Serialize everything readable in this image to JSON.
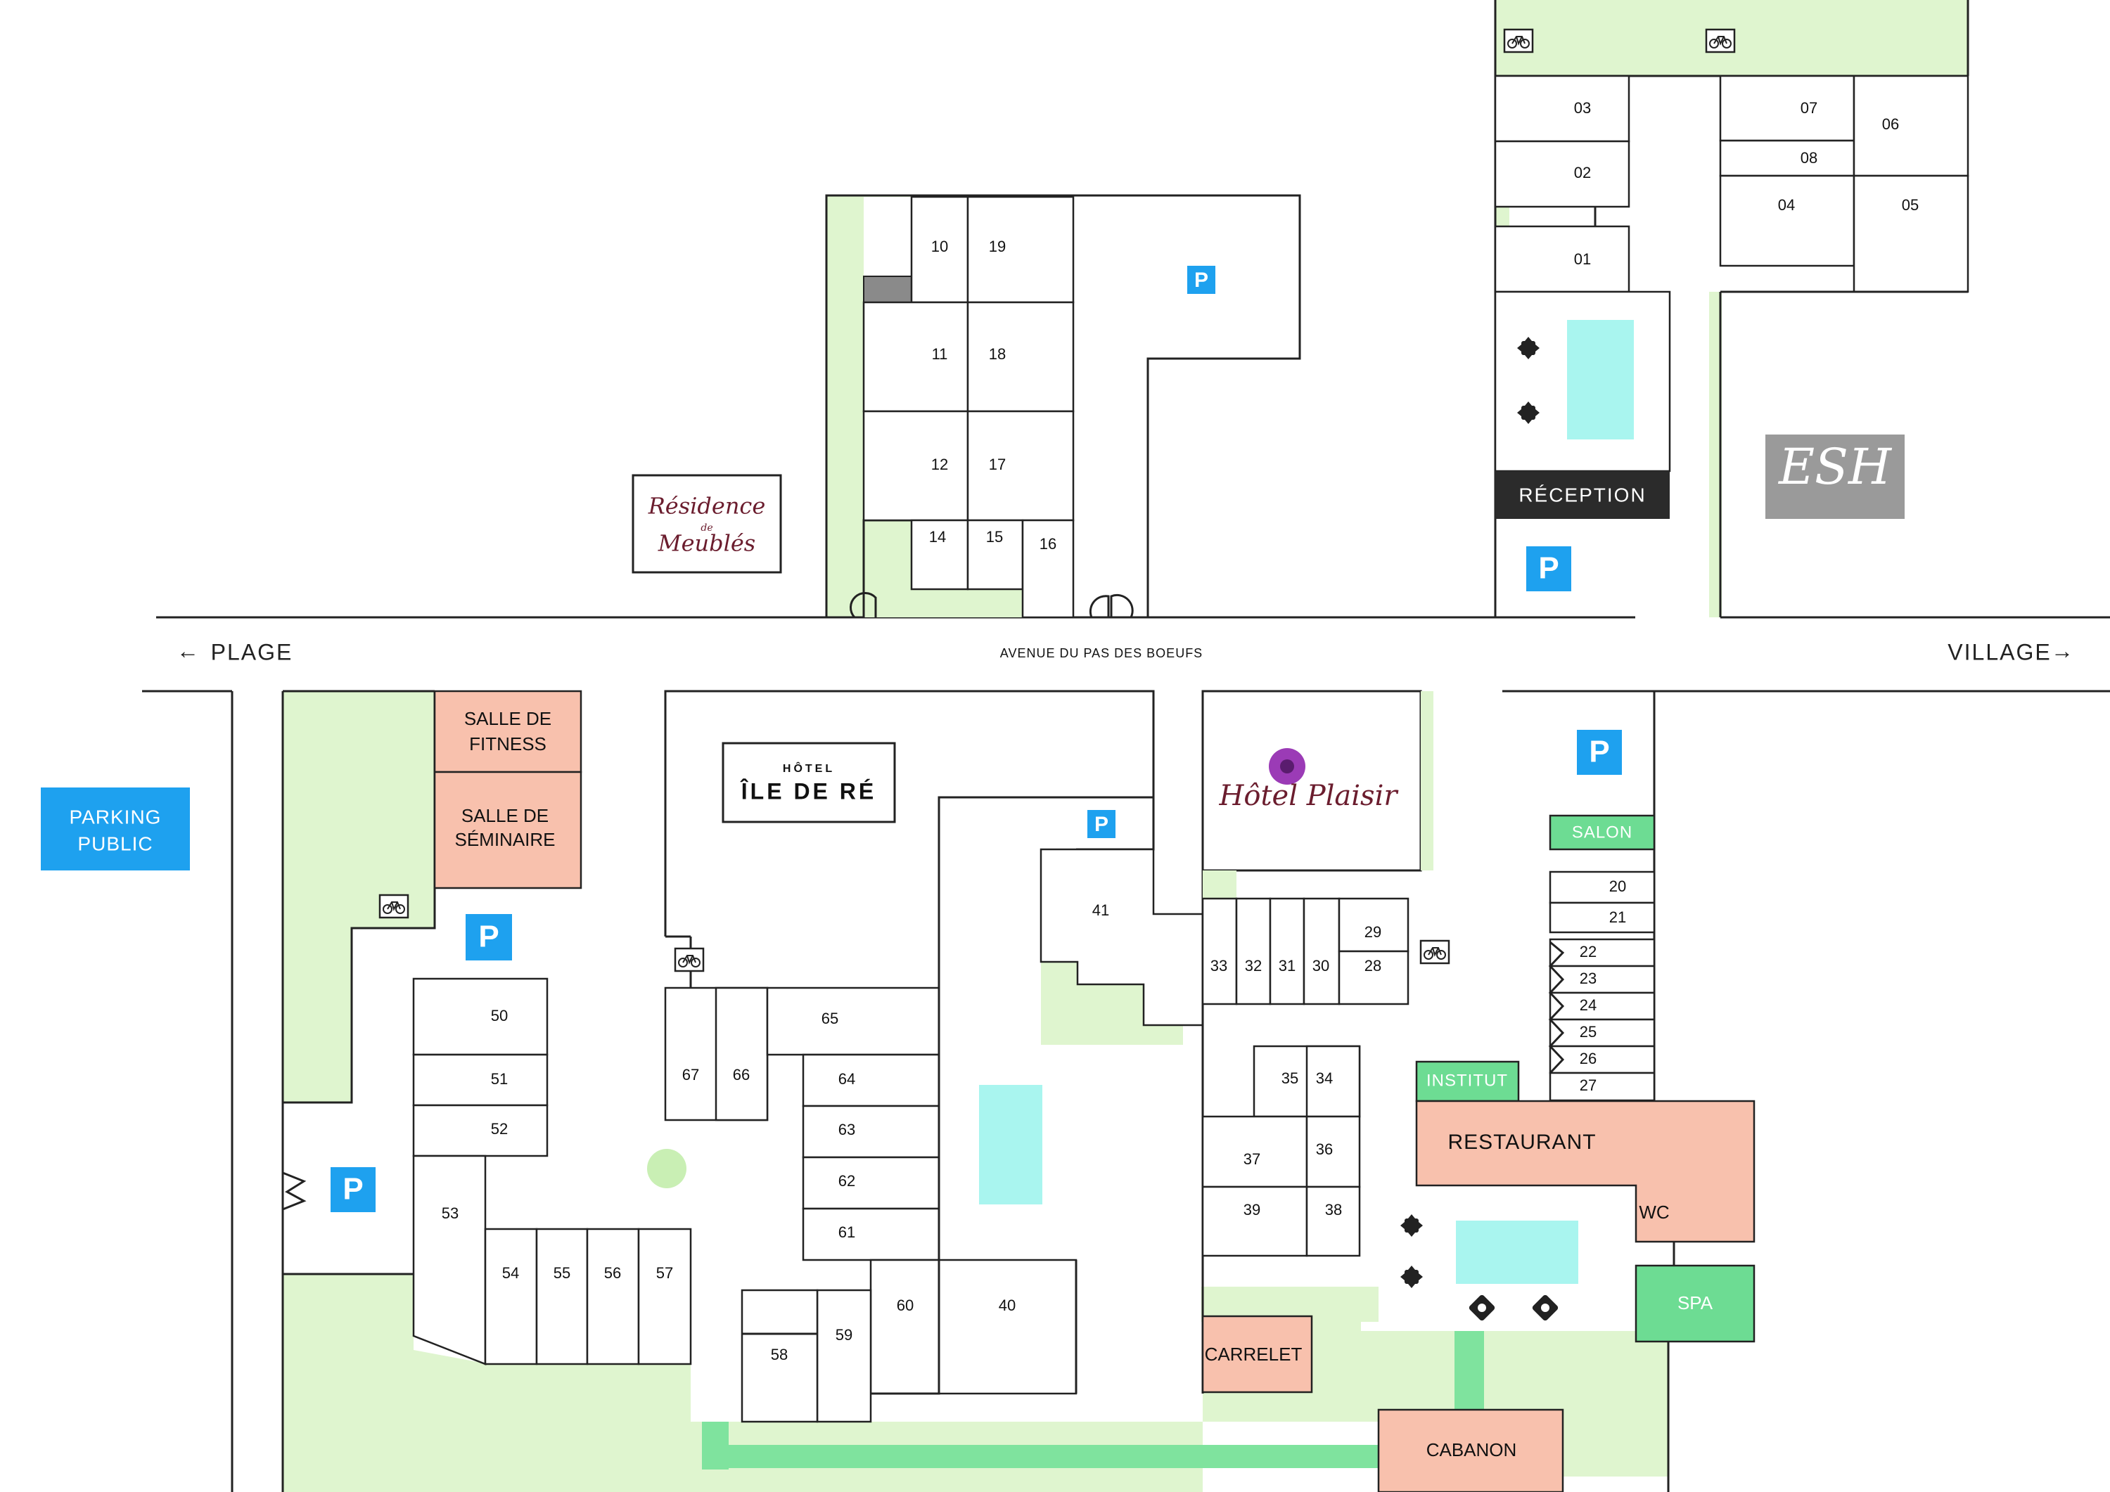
{
  "roads": {
    "avenue": "AVENUE DU PAS DES BOEUFS",
    "left": "PLAGE",
    "right": "VILLAGE",
    "left_arrow": "←",
    "right_arrow": "→"
  },
  "parking": {
    "public_line1": "PARKING",
    "public_line2": "PUBLIC",
    "symbol": "P"
  },
  "buildings": {
    "residence_line1": "Résidence",
    "residence_line2": "de",
    "residence_line3": "Meublés",
    "hotel_small": "HÔTEL",
    "hotel_big": "ÎLE DE RÉ",
    "plaisir": "Hôtel Plaisir",
    "esh": "ESH",
    "reception": "RÉCEPTION"
  },
  "facilities": {
    "fitness_1": "SALLE DE",
    "fitness_2": "FITNESS",
    "seminaire_1": "SALLE DE",
    "seminaire_2": "SÉMINAIRE",
    "salon": "SALON",
    "institut": "INSTITUT",
    "restaurant": "RESTAURANT",
    "wc": "WC",
    "spa": "SPA",
    "carrelet": "CARRELET",
    "cabanon": "CABANON"
  },
  "rooms": {
    "r01": "01",
    "r02": "02",
    "r03": "03",
    "r04": "04",
    "r05": "05",
    "r06": "06",
    "r07": "07",
    "r08": "08",
    "r10": "10",
    "r11": "11",
    "r12": "12",
    "r14": "14",
    "r15": "15",
    "r16": "16",
    "r17": "17",
    "r18": "18",
    "r19": "19",
    "r20": "20",
    "r21": "21",
    "r22": "22",
    "r23": "23",
    "r24": "24",
    "r25": "25",
    "r26": "26",
    "r27": "27",
    "r28": "28",
    "r29": "29",
    "r30": "30",
    "r31": "31",
    "r32": "32",
    "r33": "33",
    "r34": "34",
    "r35": "35",
    "r36": "36",
    "r37": "37",
    "r38": "38",
    "r39": "39",
    "r40": "40",
    "r41": "41",
    "r50": "50",
    "r51": "51",
    "r52": "52",
    "r53": "53",
    "r54": "54",
    "r55": "55",
    "r56": "56",
    "r57": "57",
    "r58": "58",
    "r59": "59",
    "r60": "60",
    "r61": "61",
    "r62": "62",
    "r63": "63",
    "r64": "64",
    "r65": "65",
    "r66": "66",
    "r67": "67"
  },
  "icons": {
    "bike": "bike-icon",
    "lounger": "sun-lounger-icon",
    "parking": "parking-icon"
  },
  "colors": {
    "green": "#dff5cf",
    "salmon": "#f8c1ad",
    "mint": "#6ddc93",
    "pool": "#a9f5ef",
    "parking_blue": "#1ea1ef",
    "reception_bg": "#2b2b2b"
  }
}
